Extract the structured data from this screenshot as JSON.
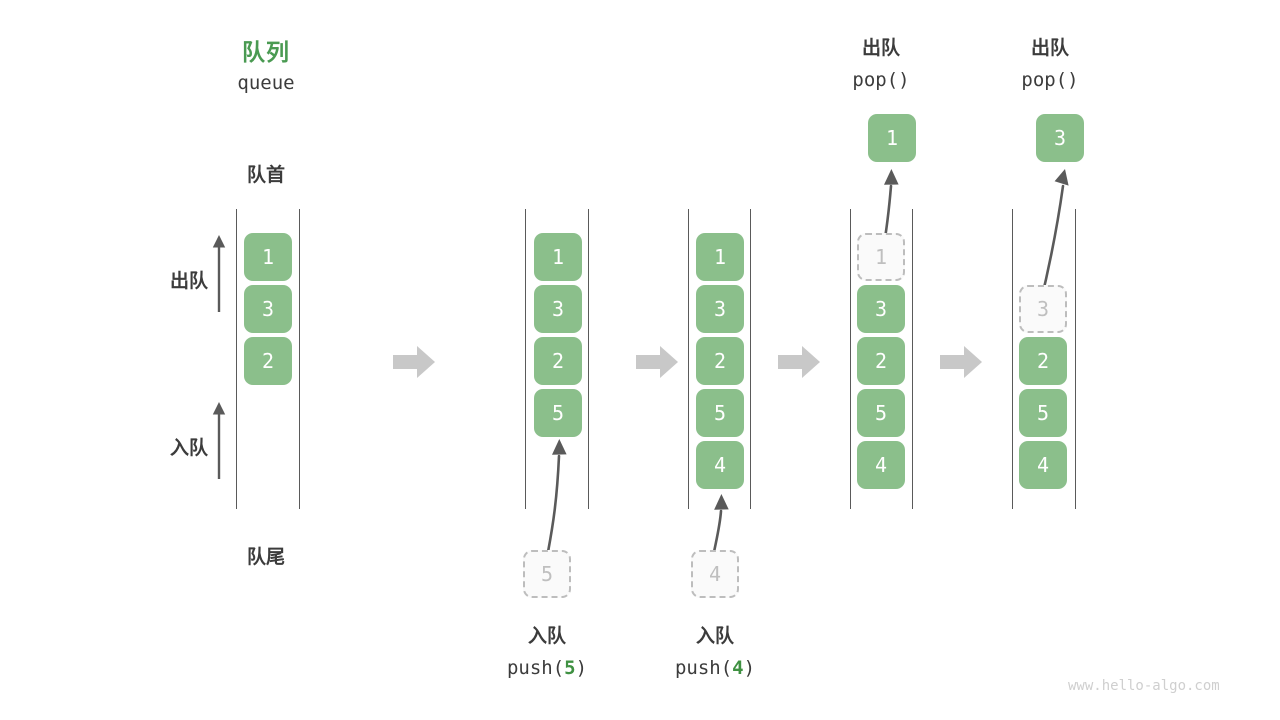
{
  "diagram": {
    "title_cn": "队列",
    "title_en": "queue",
    "front_label": "队首",
    "rear_label": "队尾",
    "dequeue_label": "出队",
    "enqueue_label": "入队",
    "accent_green": "#4a9a52",
    "cell_green": "#8bbf8b",
    "ghost_gray": "#bdbdbd",
    "arrow_gray": "#c8c8c8",
    "line_gray": "#5a5a5a",
    "watermark": "www.hello-algo.com"
  },
  "panels": [
    {
      "id": "panel-initial",
      "cells": [
        {
          "value": "1",
          "state": "filled"
        },
        {
          "value": "3",
          "state": "filled"
        },
        {
          "value": "2",
          "state": "filled"
        }
      ]
    },
    {
      "id": "panel-after-push-5",
      "cells": [
        {
          "value": "1",
          "state": "filled"
        },
        {
          "value": "3",
          "state": "filled"
        },
        {
          "value": "2",
          "state": "filled"
        },
        {
          "value": "5",
          "state": "filled"
        }
      ],
      "op_cn": "入队",
      "op_code_prefix": "push(",
      "op_code_value": "5",
      "op_code_suffix": ")",
      "incoming_value": "5"
    },
    {
      "id": "panel-after-push-4",
      "cells": [
        {
          "value": "1",
          "state": "filled"
        },
        {
          "value": "3",
          "state": "filled"
        },
        {
          "value": "2",
          "state": "filled"
        },
        {
          "value": "5",
          "state": "filled"
        },
        {
          "value": "4",
          "state": "filled"
        }
      ],
      "op_cn": "入队",
      "op_code_prefix": "push(",
      "op_code_value": "4",
      "op_code_suffix": ")",
      "incoming_value": "4"
    },
    {
      "id": "panel-after-pop-1",
      "cells": [
        {
          "value": "1",
          "state": "ghost"
        },
        {
          "value": "3",
          "state": "filled"
        },
        {
          "value": "2",
          "state": "filled"
        },
        {
          "value": "5",
          "state": "filled"
        },
        {
          "value": "4",
          "state": "filled"
        }
      ],
      "op_cn": "出队",
      "op_code": "pop()",
      "popped_value": "1"
    },
    {
      "id": "panel-after-pop-3",
      "cells": [
        {
          "value": "",
          "state": "empty"
        },
        {
          "value": "3",
          "state": "ghost"
        },
        {
          "value": "2",
          "state": "filled"
        },
        {
          "value": "5",
          "state": "filled"
        },
        {
          "value": "4",
          "state": "filled"
        }
      ],
      "op_cn": "出队",
      "op_code": "pop()",
      "popped_value": "3"
    }
  ]
}
